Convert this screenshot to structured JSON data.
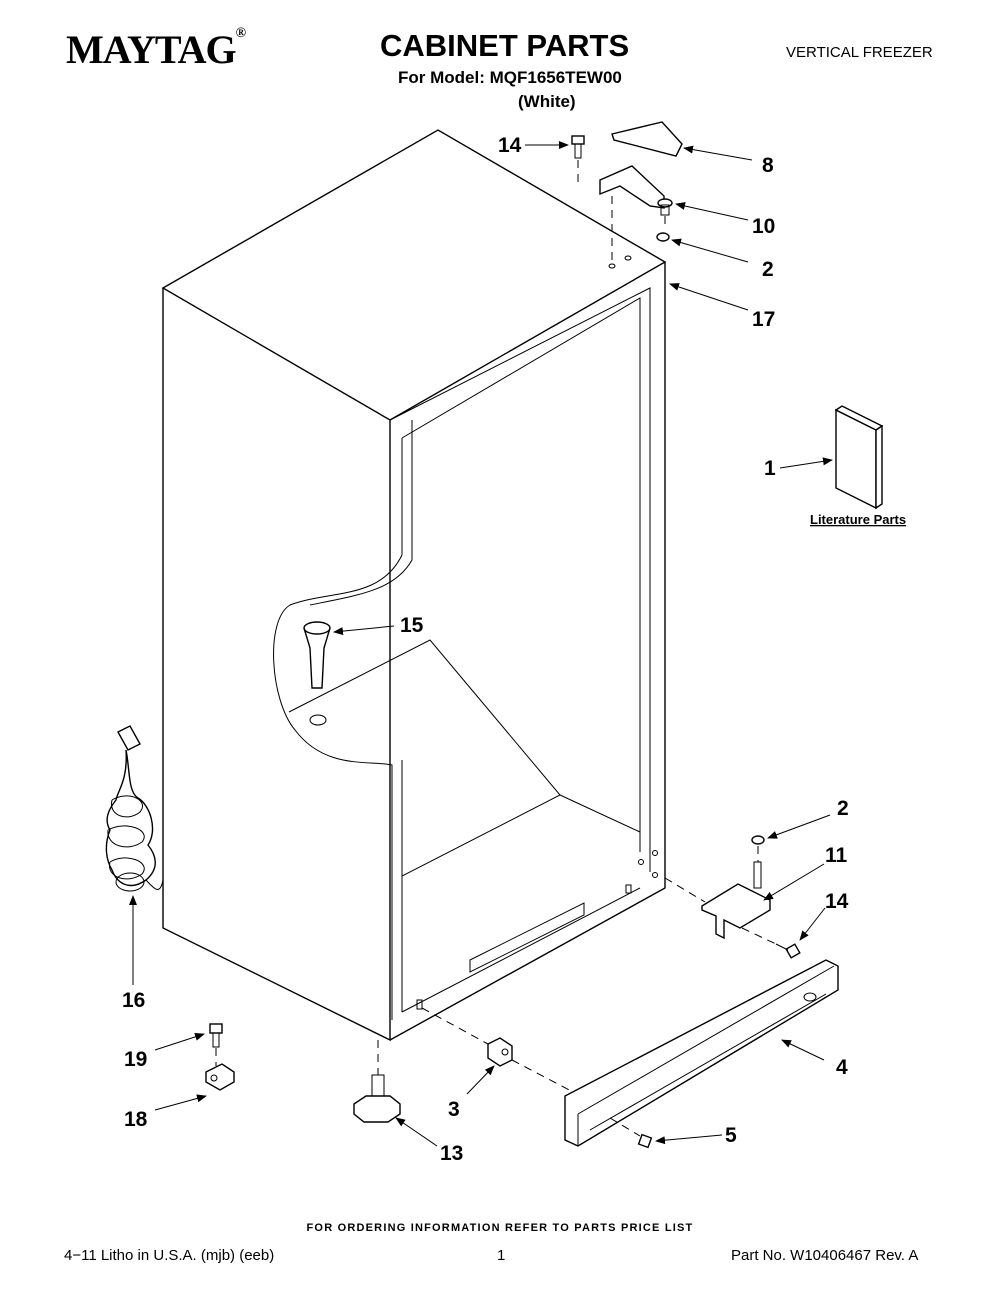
{
  "header": {
    "brand": "MAYTAG",
    "brand_mark": "®",
    "title": "CABINET PARTS",
    "category": "VERTICAL FREEZER",
    "model_line": "For Model: MQF1656TEW00",
    "color_line": "(White)"
  },
  "literature": {
    "label": "Literature Parts"
  },
  "callouts": [
    {
      "id": "c14a",
      "number": "14"
    },
    {
      "id": "c8",
      "number": "8"
    },
    {
      "id": "c10",
      "number": "10"
    },
    {
      "id": "c2a",
      "number": "2"
    },
    {
      "id": "c17",
      "number": "17"
    },
    {
      "id": "c1",
      "number": "1"
    },
    {
      "id": "c15",
      "number": "15"
    },
    {
      "id": "c2b",
      "number": "2"
    },
    {
      "id": "c11",
      "number": "11"
    },
    {
      "id": "c14b",
      "number": "14"
    },
    {
      "id": "c16",
      "number": "16"
    },
    {
      "id": "c4",
      "number": "4"
    },
    {
      "id": "c19",
      "number": "19"
    },
    {
      "id": "c3",
      "number": "3"
    },
    {
      "id": "c18",
      "number": "18"
    },
    {
      "id": "c5",
      "number": "5"
    },
    {
      "id": "c13",
      "number": "13"
    }
  ],
  "footer": {
    "ordering_note": "FOR ORDERING INFORMATION REFER TO PARTS PRICE LIST",
    "litho": "4−11 Litho in U.S.A. (mjb) (eeb)",
    "page_number": "1",
    "part_number": "Part No. W10406467 Rev. A"
  }
}
